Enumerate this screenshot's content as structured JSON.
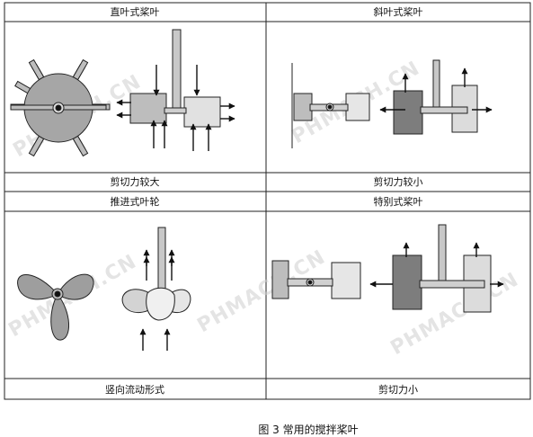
{
  "table": {
    "headers": [
      "直叶式桨叶",
      "斜叶式桨叶",
      "推进式叶轮",
      "特别式桨叶"
    ],
    "captions": [
      "剪切力较大",
      "剪切力较小",
      "竖向流动形式",
      "剪切力小"
    ]
  },
  "watermark": "PHMACH.CN",
  "figure_caption": "图 3 常用的搅拌桨叶"
}
